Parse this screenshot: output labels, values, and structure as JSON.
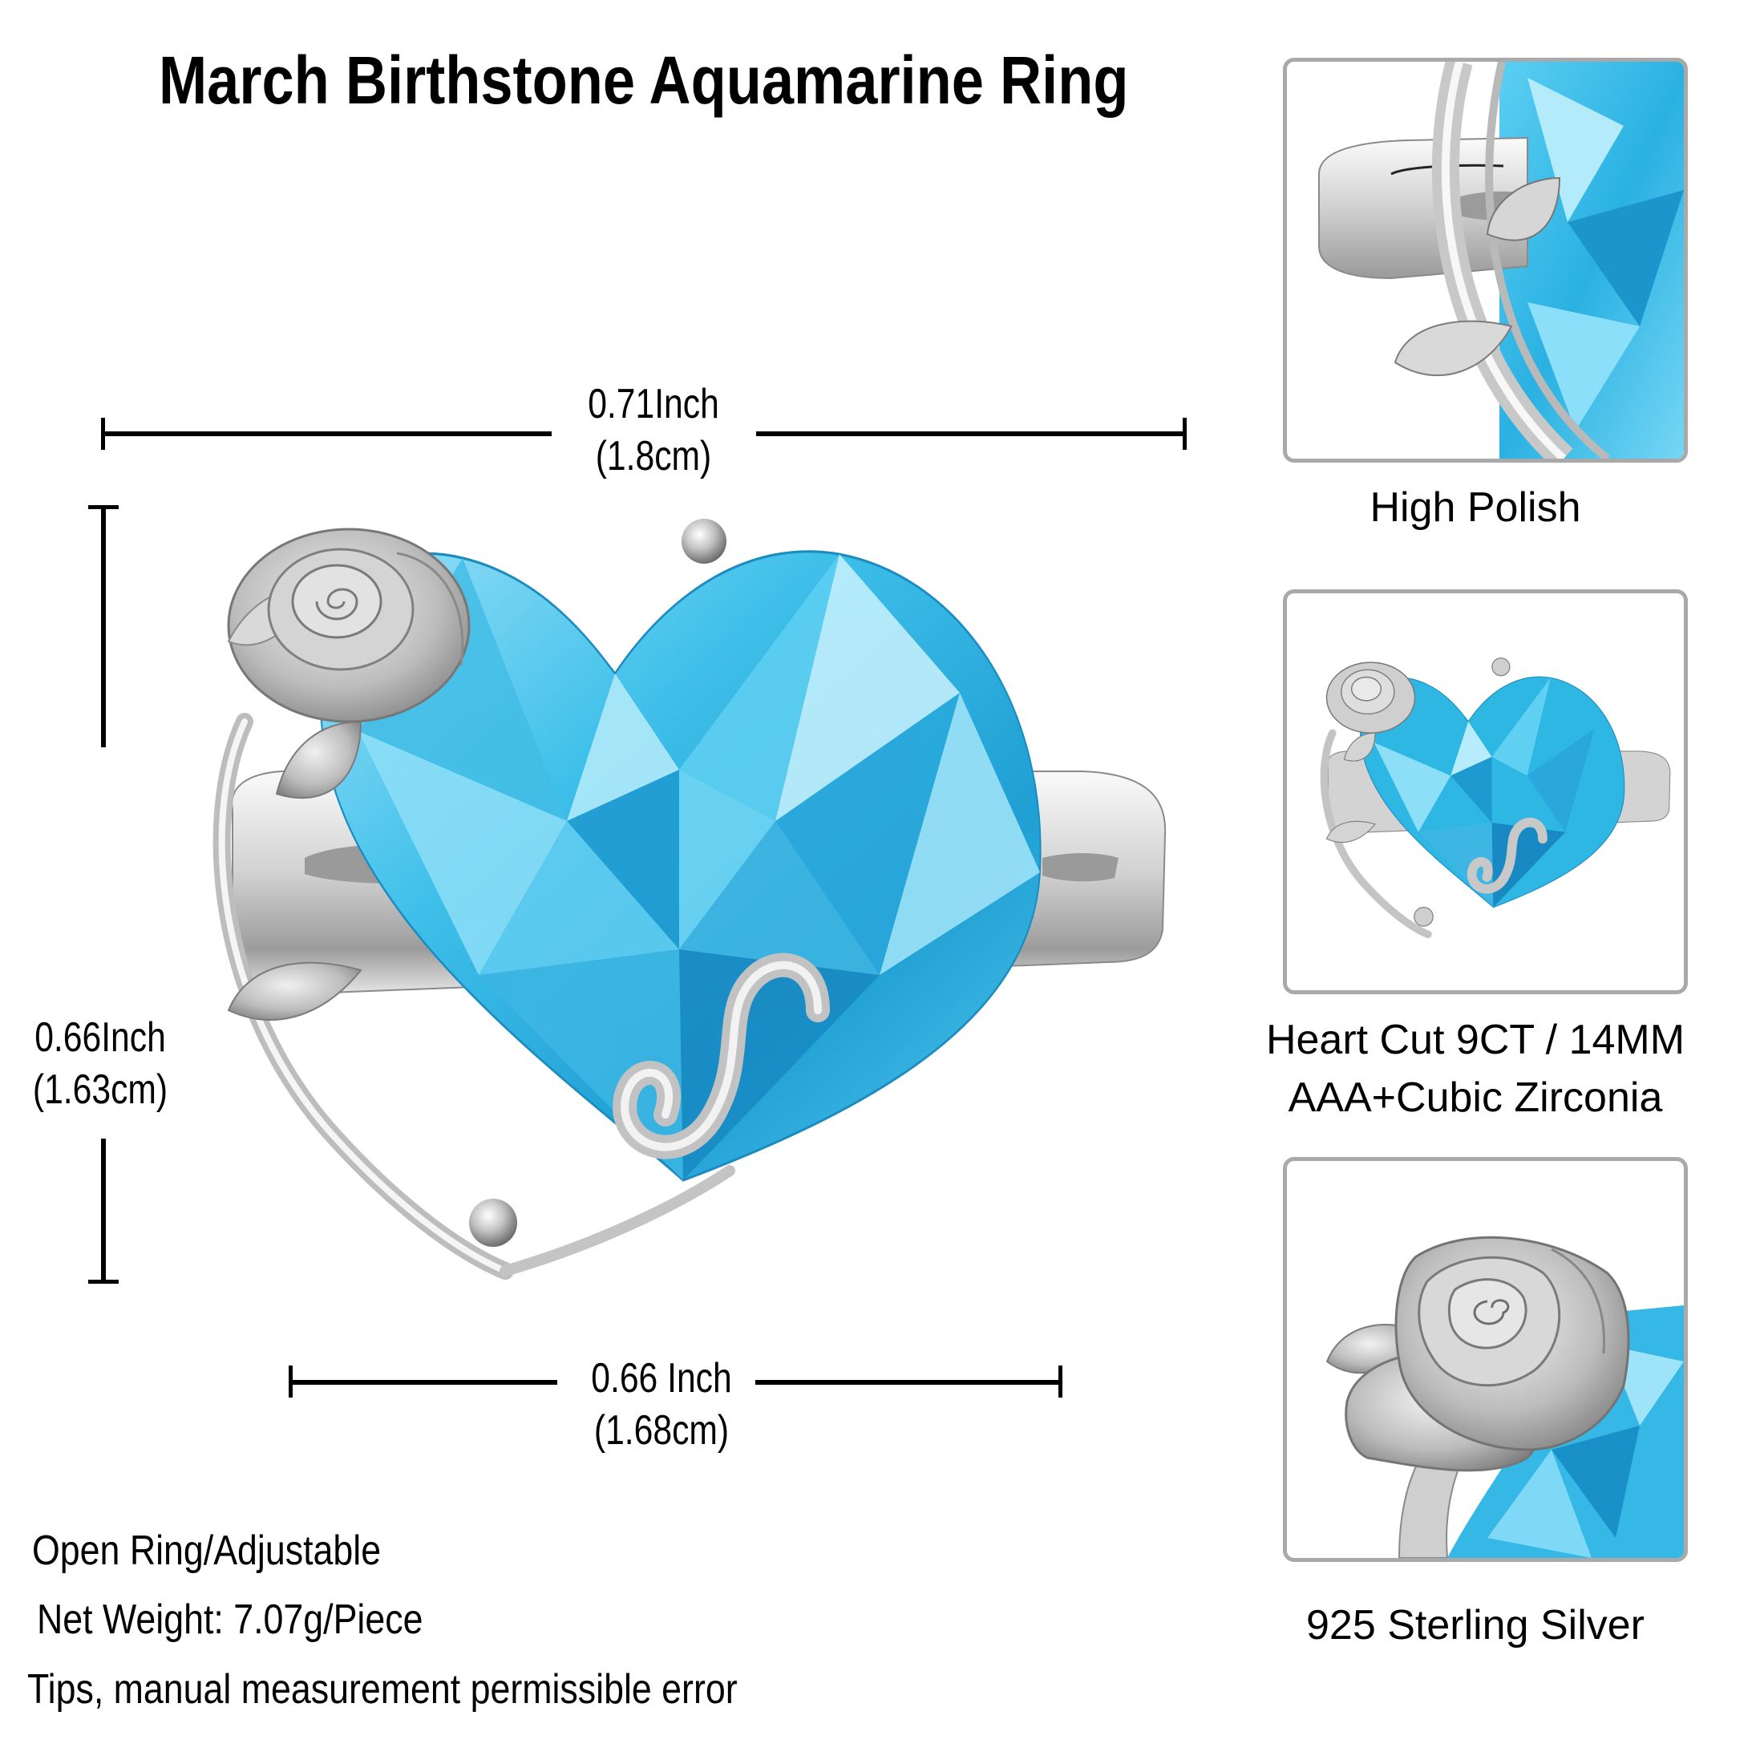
{
  "title": "March Birthstone Aquamarine Ring",
  "dimensions": {
    "width": {
      "inch": "0.71Inch",
      "cm": "(1.8cm)"
    },
    "height": {
      "inch": "0.66Inch",
      "cm": "(1.63cm)"
    },
    "stone_width": {
      "inch": "0.66 Inch",
      "cm": "(1.68cm)"
    }
  },
  "detail_panels": [
    {
      "caption_lines": [
        "High Polish"
      ],
      "view": "band-and-leaves-closeup"
    },
    {
      "caption_lines": [
        "Heart Cut 9CT / 14MM",
        "AAA+Cubic Zirconia"
      ],
      "view": "full-ring"
    },
    {
      "caption_lines": [
        "925 Sterling Silver"
      ],
      "view": "rose-closeup"
    }
  ],
  "specs": [
    "Open Ring/Adjustable",
    "Net Weight: 7.07g/Piece",
    "Tips, manual measurement permissible error"
  ],
  "colors": {
    "gem_base": "#2bb4e0",
    "gem_light": "#8fdcf5",
    "gem_dark": "#137fb4",
    "silver_light": "#f4f4f4",
    "silver_mid": "#c9c9c9",
    "silver_dark": "#7a7a7a",
    "panel_border": "#a9a9a9",
    "text": "#000000"
  }
}
